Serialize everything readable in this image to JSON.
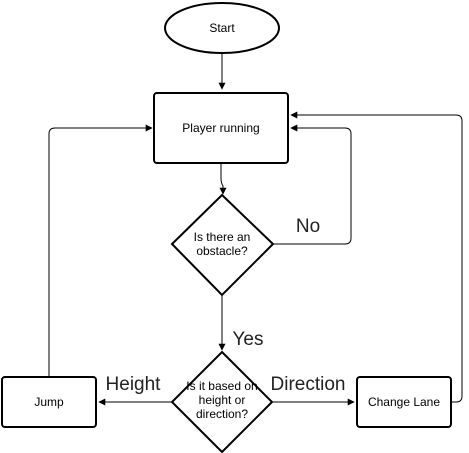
{
  "nodes": {
    "start": "Start",
    "player_running": "Player running",
    "obstacle_line1": "Is there an",
    "obstacle_line2": "obstacle?",
    "based_line1": "Is it based on",
    "based_line2": "height or",
    "based_line3": "direction?",
    "jump": "Jump",
    "change_lane": "Change Lane"
  },
  "edges": {
    "no": "No",
    "yes": "Yes",
    "height": "Height",
    "direction": "Direction"
  }
}
